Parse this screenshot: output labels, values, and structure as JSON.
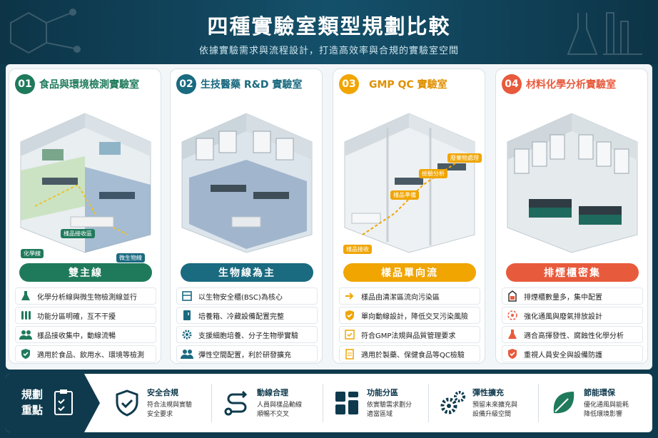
{
  "header": {
    "title": "四種實驗室類型規劃比較",
    "subtitle": "依據實驗需求與流程設計，打造高效率與合規的實驗室空間"
  },
  "colors": {
    "green": "#1f7a5c",
    "blue": "#1a6a80",
    "orange": "#f0a500",
    "red": "#e85a3c",
    "navy": "#0f3a4d"
  },
  "labs": [
    {
      "num": "01",
      "title": "食品與環境檢測實驗室",
      "pill": "雙主線",
      "tags": [
        "化學線",
        "微生物線",
        "樣品接收區"
      ],
      "features": [
        {
          "icon": "flask-icon",
          "text": "化學分析線與微生物檢測線並行"
        },
        {
          "icon": "test-tubes-icon",
          "text": "功能分區明確，互不干擾"
        },
        {
          "icon": "people-icon",
          "text": "樣品接收集中，動線流暢"
        },
        {
          "icon": "shield-check-icon",
          "text": "適用於食品、飲用水、環境等檢測"
        }
      ]
    },
    {
      "num": "02",
      "title": "生技醫藥 R&D 實驗室",
      "pill": "生物線為主",
      "tags": [],
      "features": [
        {
          "icon": "cabinet-icon",
          "text": "以生物安全櫃(BSC)為核心"
        },
        {
          "icon": "fridge-icon",
          "text": "培養箱、冷藏設備配置完整"
        },
        {
          "icon": "gear-icon",
          "text": "支援細胞培養、分子生物學實驗"
        },
        {
          "icon": "people-icon",
          "text": "彈性空間配置，利於研發擴充"
        }
      ]
    },
    {
      "num": "03",
      "title": "GMP QC 實驗室",
      "pill": "樣品單向流",
      "tags": [
        "樣品接收",
        "樣品準備",
        "檢驗分析",
        "廢棄物處理"
      ],
      "features": [
        {
          "icon": "arrow-right-icon",
          "text": "樣品由清潔區流向污染區"
        },
        {
          "icon": "shield-check-icon",
          "text": "單向動線設計，降低交叉污染風險"
        },
        {
          "icon": "checklist-icon",
          "text": "符合GMP法規與品質管理要求"
        },
        {
          "icon": "clipboard-icon",
          "text": "適用於製藥、保健食品等QC檢驗"
        }
      ]
    },
    {
      "num": "04",
      "title": "材料化學分析實驗室",
      "pill": "排煙櫃密集",
      "tags": [],
      "features": [
        {
          "icon": "fume-hood-icon",
          "text": "排煙櫃數量多，集中配置"
        },
        {
          "icon": "airflow-icon",
          "text": "強化通風與廢氣排放設計"
        },
        {
          "icon": "flask-icon",
          "text": "適合高揮發性、腐蝕性化學分析"
        },
        {
          "icon": "shield-check-icon",
          "text": "重視人員安全與設備防護"
        }
      ]
    }
  ],
  "footer": {
    "label_line1": "規劃",
    "label_line2": "重點",
    "items": [
      {
        "icon": "shield-check-icon",
        "title": "安全合規",
        "line1": "符合法規與實驗",
        "line2": "安全要求"
      },
      {
        "icon": "route-icon",
        "title": "動線合理",
        "line1": "人員與樣品動線",
        "line2": "順暢不交叉"
      },
      {
        "icon": "grid-icon",
        "title": "功能分區",
        "line1": "依實驗需求劃分",
        "line2": "適當區域"
      },
      {
        "icon": "gears-icon",
        "title": "彈性擴充",
        "line1": "預留未來擴充與",
        "line2": "設備升級空間"
      },
      {
        "icon": "leaf-icon",
        "title": "節能環保",
        "line1": "優化通風與能耗",
        "line2": "降低環境影響"
      }
    ]
  }
}
